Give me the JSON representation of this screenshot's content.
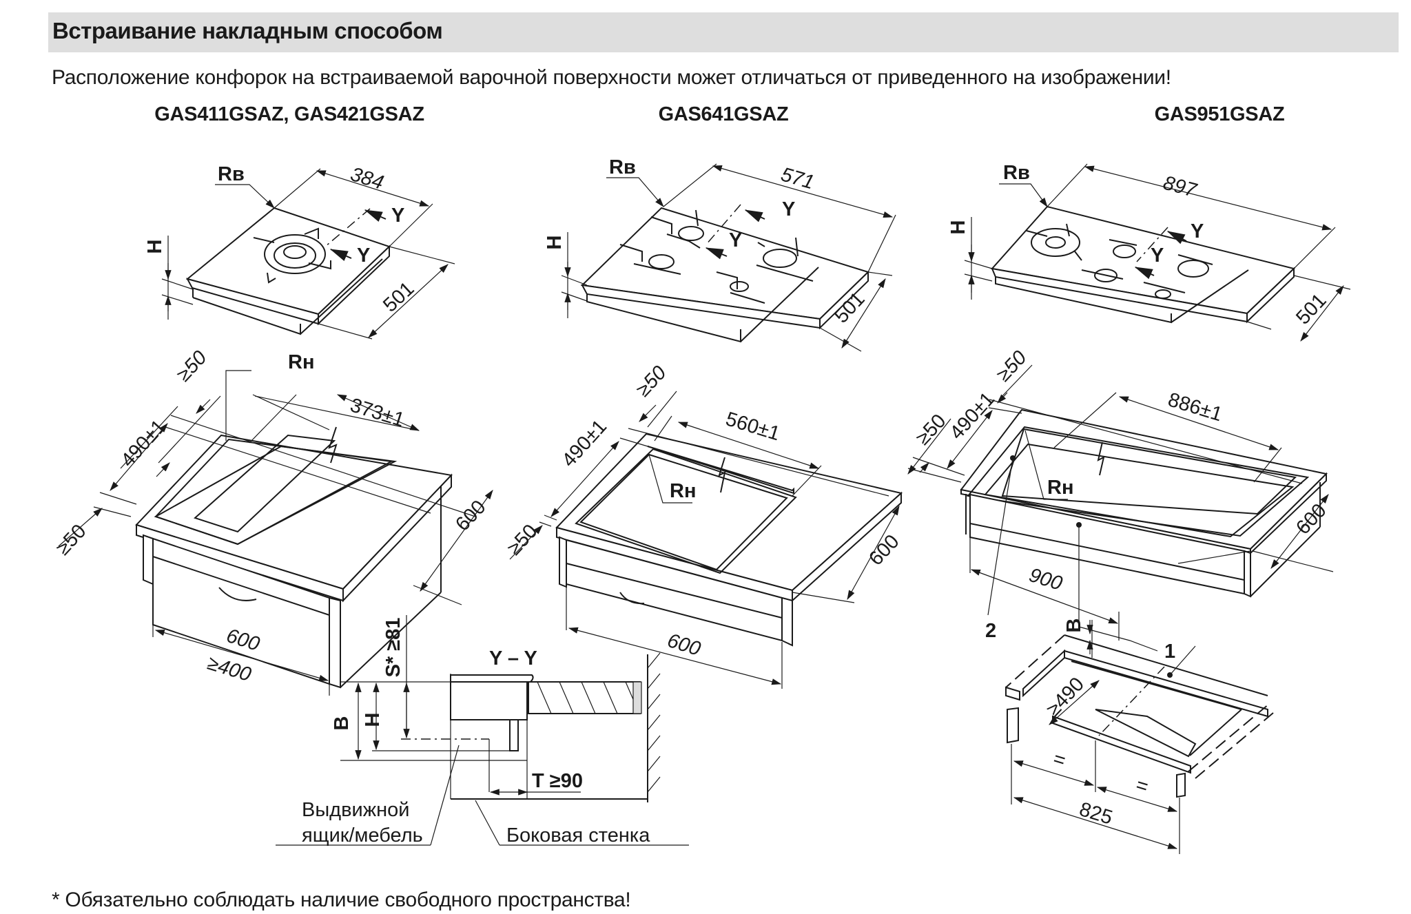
{
  "header": {
    "title": "Встраивание накладным способом"
  },
  "note": "Расположение конфорок на встраиваемой варочной поверхности может отличаться от приведенного на изображении!",
  "models": [
    {
      "name": "GAS411GSAZ, GAS421GSAZ",
      "hob": {
        "width": "384",
        "depth": "501",
        "height_label": "H",
        "edge_label": "Rв",
        "section_label": "Y"
      },
      "cutout": {
        "width": "373±1",
        "depth": "490±1",
        "clear_back": "≥50",
        "clear_front": "≥50",
        "corner_label": "Rн",
        "cabinet_width": "600",
        "cabinet_depth": "600",
        "min_width": "≥400"
      }
    },
    {
      "name": "GAS641GSAZ",
      "hob": {
        "width": "571",
        "depth": "501",
        "height_label": "H",
        "edge_label": "Rв",
        "section_label": "Y"
      },
      "cutout": {
        "width": "560±1",
        "depth": "490±1",
        "clear_back": "≥50",
        "clear_front": "≥50",
        "corner_label": "Rн",
        "cabinet_width": "600",
        "cabinet_depth": "600"
      }
    },
    {
      "name": "GAS951GSAZ",
      "hob": {
        "width": "897",
        "depth": "501",
        "height_label": "H",
        "edge_label": "Rв",
        "section_label": "Y"
      },
      "cutout": {
        "width": "886±1",
        "depth": "490±1",
        "clear_back": "≥50",
        "clear_front": "≥50",
        "corner_label": "Rн",
        "cabinet_width": "900",
        "cabinet_depth": "600",
        "callout_1": "1",
        "callout_2": "2"
      },
      "support": {
        "height_label": "B",
        "min_depth": "≥490",
        "span": "825",
        "equal_mark": "="
      }
    }
  ],
  "section": {
    "title": "Y – Y",
    "s_label": "S* ≥81",
    "b_label": "B",
    "h_label": "H",
    "t_label": "T ≥90",
    "drawer_label_line1": "Выдвижной",
    "drawer_label_line2": "ящик/мебель",
    "side_wall_label": "Боковая стенка"
  },
  "footnote": "* Обязательно соблюдать наличие свободного пространства!"
}
